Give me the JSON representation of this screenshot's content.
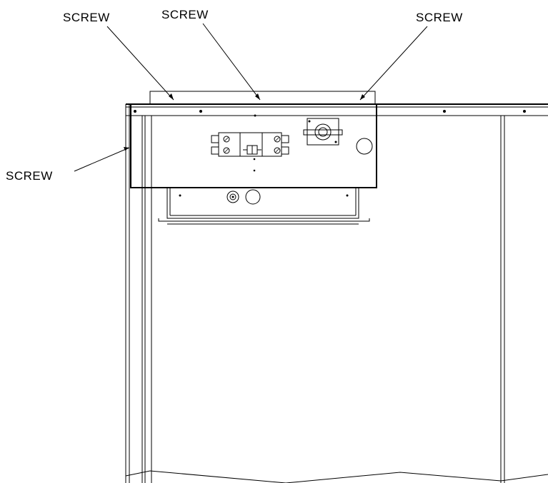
{
  "callouts": {
    "screw_top_left": "SCREW",
    "screw_top_center": "SCREW",
    "screw_top_right": "SCREW",
    "screw_side_left": "SCREW"
  },
  "colors": {
    "line": "#000000",
    "background": "#ffffff"
  }
}
